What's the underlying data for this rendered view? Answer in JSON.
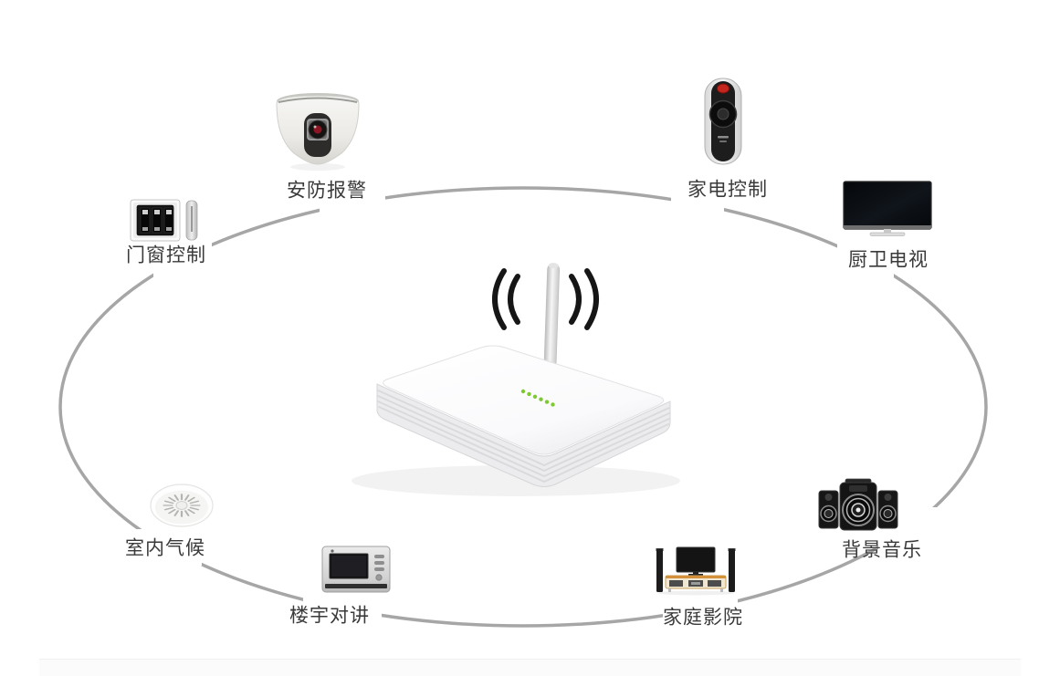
{
  "page": {
    "background": "#ffffff"
  },
  "ring": {
    "color": "#a6a6a6"
  },
  "hub": {
    "id": "smart-home-gateway",
    "icon": "wifi-gateway-icon",
    "signal_icon": "wifi-signal-icon",
    "body_color": "#ffffff",
    "antenna_color": "#d9d9d9",
    "signal_color": "#161616",
    "led_color": "#7ec832",
    "led_count": 6
  },
  "nodes": [
    {
      "id": "security-alarm",
      "label": "安防报警",
      "icon": "dome-camera-icon",
      "position": "top-left"
    },
    {
      "id": "appliance-control",
      "label": "家电控制",
      "icon": "remote-control-icon",
      "position": "top-right"
    },
    {
      "id": "door-window-control",
      "label": "门窗控制",
      "icon": "wall-switch-icon",
      "position": "left"
    },
    {
      "id": "kitchen-bath-tv",
      "label": "厨卫电视",
      "icon": "tv-icon",
      "position": "right"
    },
    {
      "id": "indoor-climate",
      "label": "室内气候",
      "icon": "ceiling-sensor-icon",
      "position": "bottom-left"
    },
    {
      "id": "building-intercom",
      "label": "楼宇对讲",
      "icon": "intercom-icon",
      "position": "bottom"
    },
    {
      "id": "home-theater",
      "label": "家庭影院",
      "icon": "home-theater-icon",
      "position": "bottom-right"
    },
    {
      "id": "background-music",
      "label": "背景音乐",
      "icon": "speaker-set-icon",
      "position": "right-bottom"
    }
  ],
  "label_style": {
    "color": "#3a3a3a"
  }
}
